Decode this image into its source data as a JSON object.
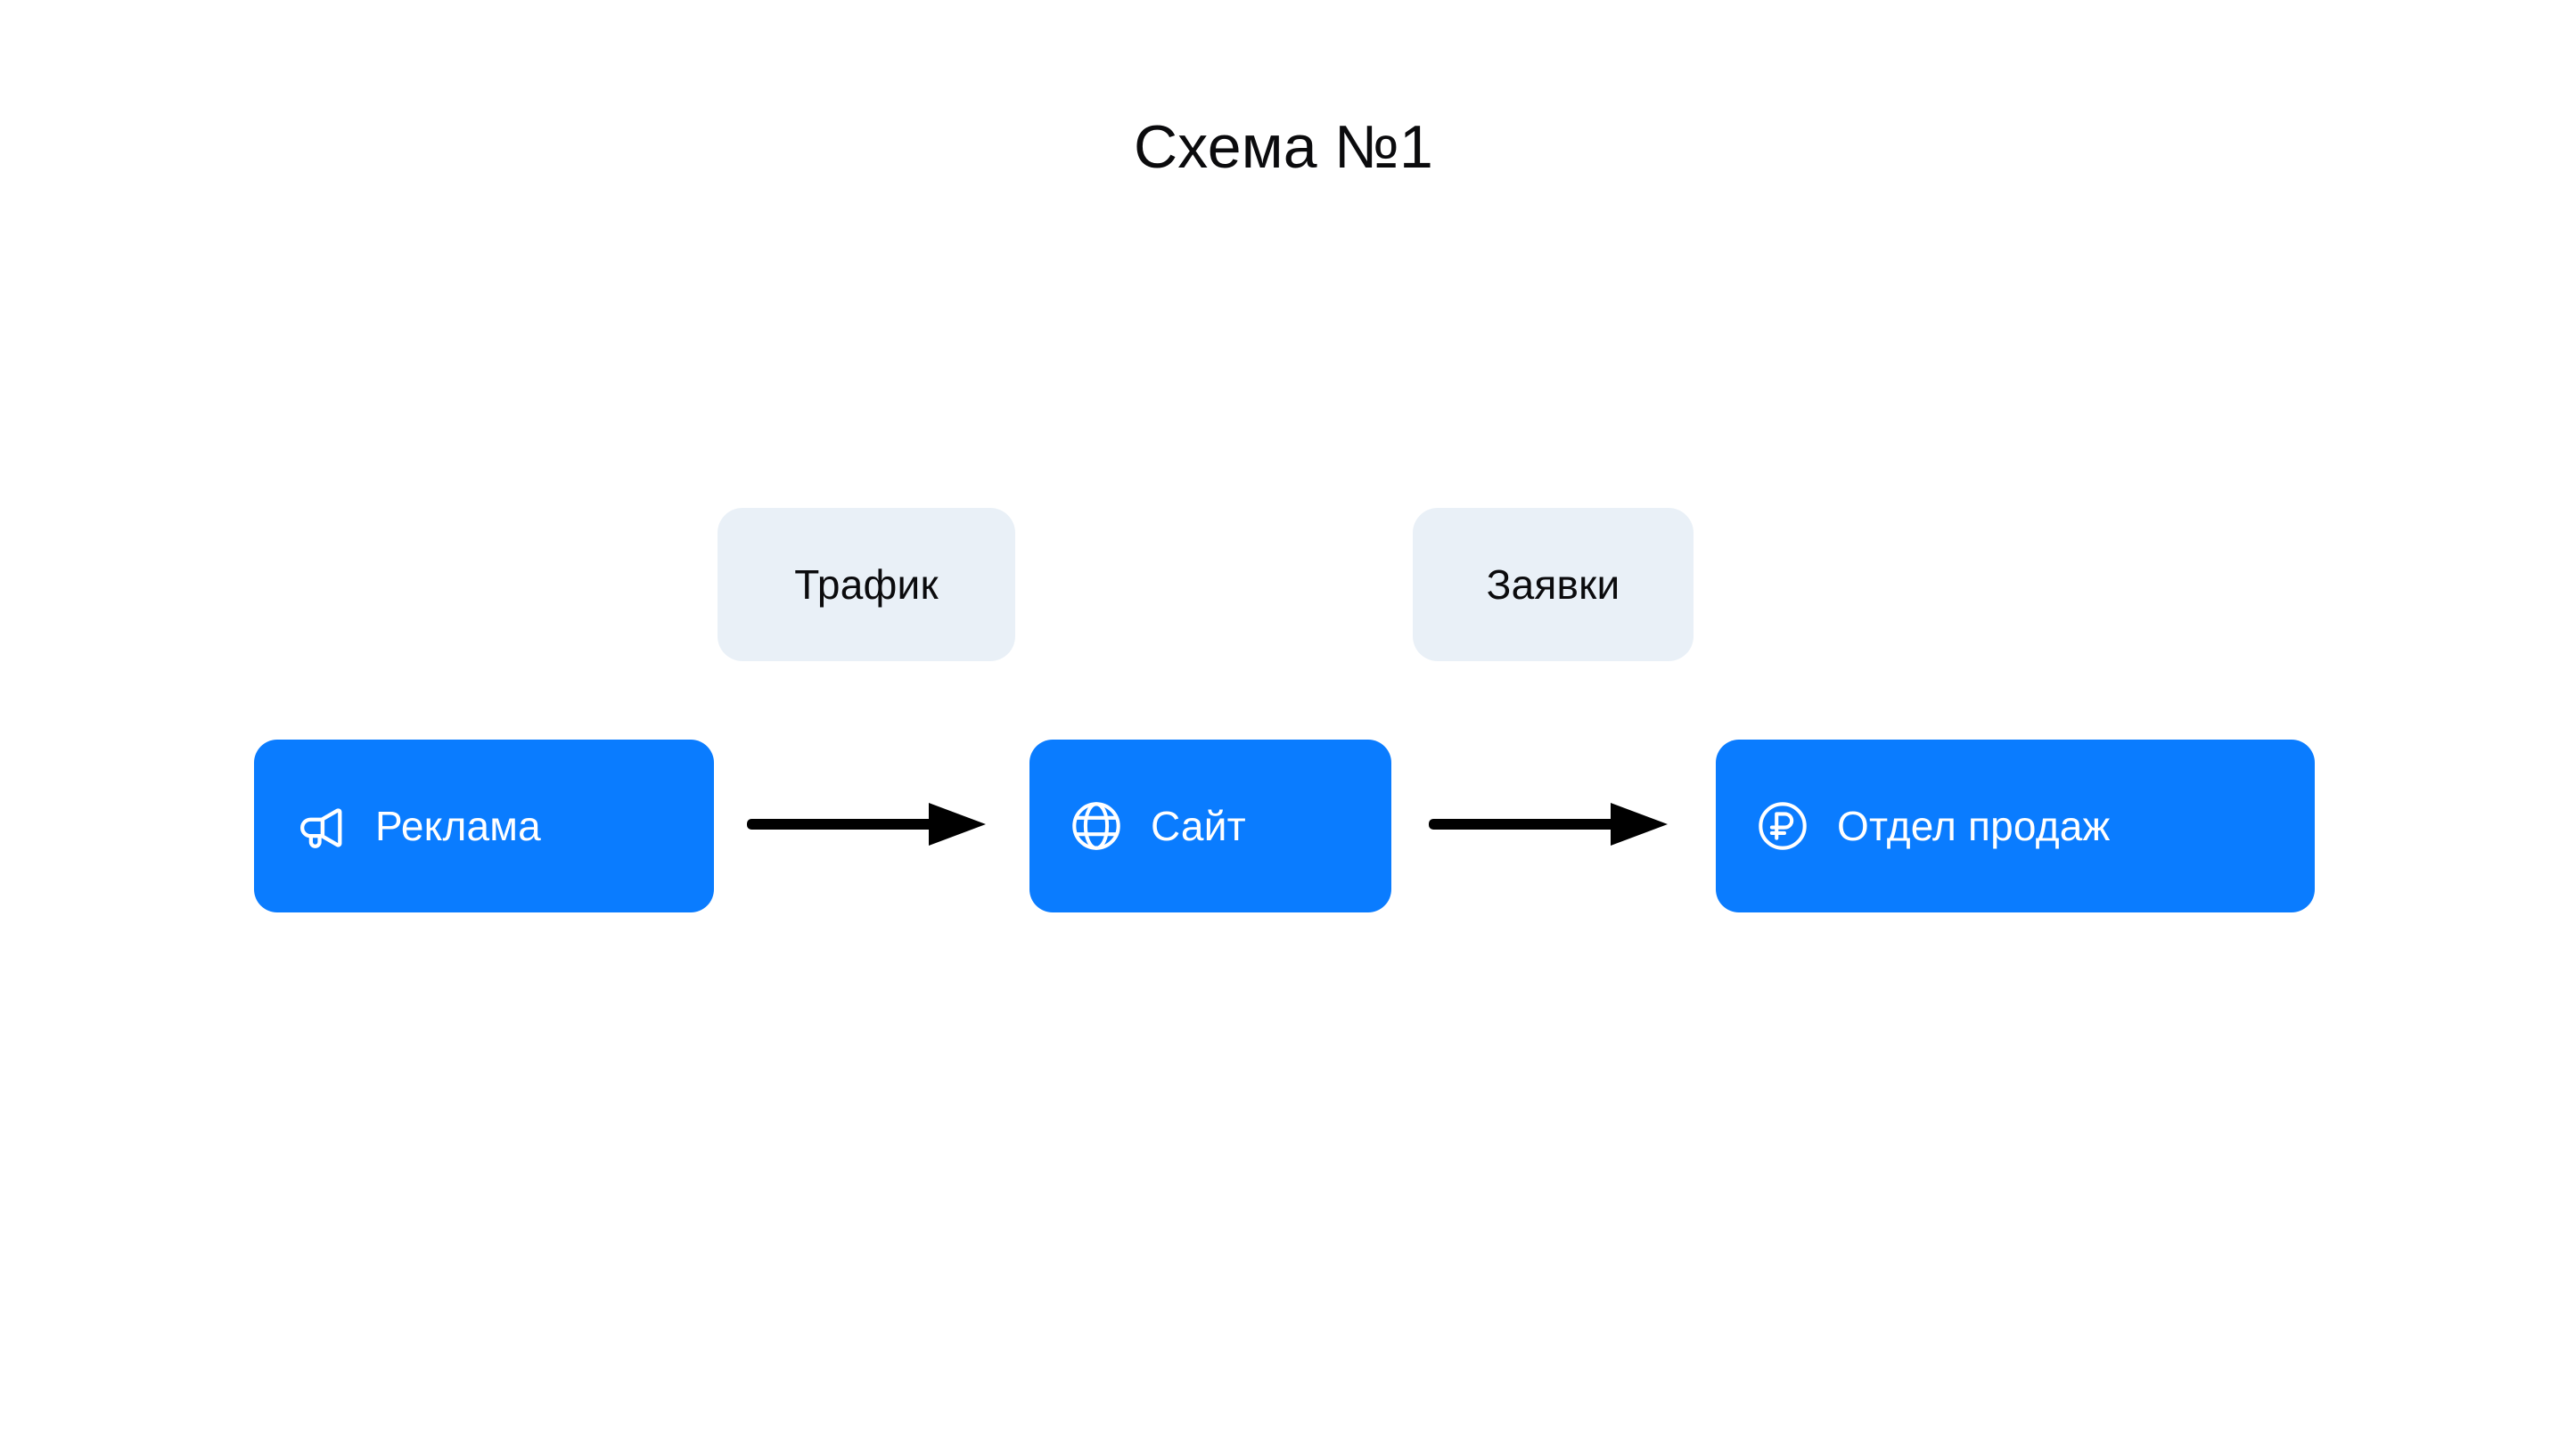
{
  "page": {
    "title": "Схема №1",
    "background_color": "#FFFFFF",
    "title_color": "#0B0B0D"
  },
  "palette": {
    "node_blue": "#0A7CFF",
    "node_text": "#FFFFFF",
    "chip_background": "#E9F0F7",
    "chip_text": "#0B0B0D",
    "arrow_color": "#000000"
  },
  "diagram": {
    "type": "flow",
    "nodes": [
      {
        "id": "ads",
        "label": "Реклама",
        "icon": "megaphone-icon",
        "fill": "#0A7CFF",
        "text_color": "#FFFFFF"
      },
      {
        "id": "site",
        "label": "Сайт",
        "icon": "globe-icon",
        "fill": "#0A7CFF",
        "text_color": "#FFFFFF"
      },
      {
        "id": "sales",
        "label": "Отдел продаж",
        "icon": "ruble-circle-icon",
        "fill": "#0A7CFF",
        "text_color": "#FFFFFF"
      }
    ],
    "edges": [
      {
        "id": "ads-to-site",
        "from": "ads",
        "to": "site",
        "label": "Трафик",
        "arrow": "solid-right-arrow",
        "color": "#000000"
      },
      {
        "id": "site-to-sales",
        "from": "site",
        "to": "sales",
        "label": "Заявки",
        "arrow": "solid-right-arrow",
        "color": "#000000"
      }
    ]
  }
}
